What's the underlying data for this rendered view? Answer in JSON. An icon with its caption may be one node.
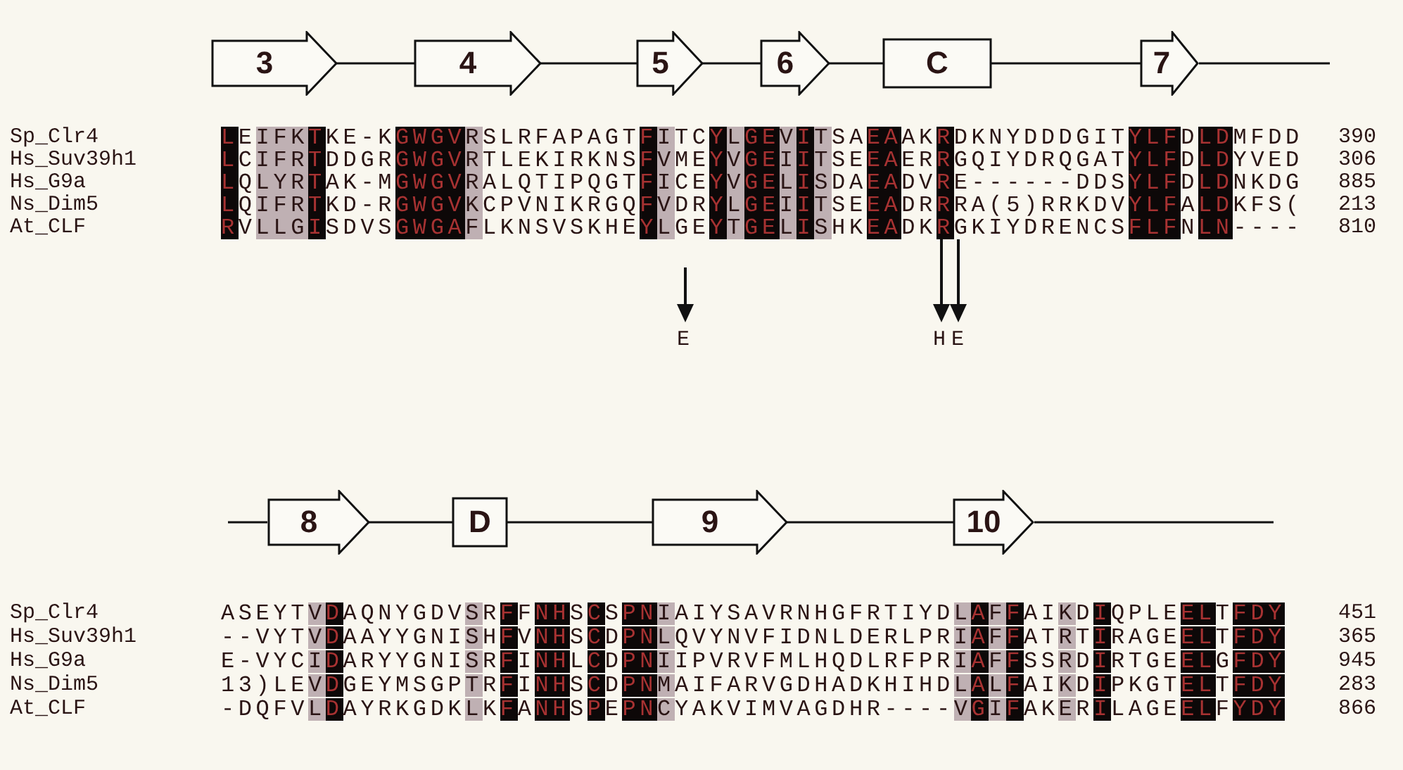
{
  "diagram": {
    "nodes": [
      {
        "text": [
          "3"
        ]
      },
      {
        "text": [
          "4"
        ]
      },
      {
        "text": [
          "5"
        ]
      },
      {
        "text": [
          "6"
        ]
      },
      {
        "text": [
          "C"
        ]
      },
      {
        "text": [
          "7"
        ]
      },
      {
        "text": [
          "8"
        ]
      },
      {
        "text": [
          "D"
        ]
      },
      {
        "text": [
          "9"
        ]
      },
      {
        "text": [
          "10"
        ]
      }
    ],
    "edges": [
      {
        "from": 0,
        "to": 1,
        "arrow": "none"
      },
      {
        "from": 1,
        "to": 2,
        "arrow": "none"
      },
      {
        "from": 2,
        "to": 3,
        "arrow": "none"
      },
      {
        "from": 3,
        "to": 4,
        "arrow": "none"
      },
      {
        "from": 4,
        "to": 5,
        "arrow": "none"
      },
      {
        "from": 6,
        "to": 7,
        "arrow": "none"
      },
      {
        "from": 7,
        "to": 8,
        "arrow": "none"
      },
      {
        "from": 8,
        "to": 9,
        "arrow": "none"
      }
    ],
    "labels": [
      "Sp_Clr4",
      "LEIFKTKE-KGWGVRSLRFAPAGTFITCYLGEVITSAEAAKRDKNYDDDGITYLFDLDMFDD",
      "390",
      "Hs_Suv39h1",
      "LCIFRTDDGRGWGVRTLEKIRKNSFVMEYVGEIITSEEAERRGQIYDRQGATYLFDLDYVED",
      "306",
      "Hs_G9a",
      "LQLYRTAK-MGWGVRALQTIPQGTFICEYVGELISDAEADVRE------DDSYLFDLDNKDG",
      "885",
      "Ns_Dim5",
      "LQIFRTKD-RGWGVKCPVNIKRGQFVDRYLGEIITSEEADRRRA(5)RRKDVYLFALDKFS(",
      "213",
      "At_CLF",
      "RVLLGISDVSGWGAFLKNSVSKHEYLGEYTGELISHKEADKRGKIYDRENCSFLFNLN----",
      "810",
      "E",
      "H",
      "E",
      "Sp_Clr4",
      "ASEYTVDAQNYGDVSRFFNHSCSPNIAIYSAVRNHGFRTIYDLAFFAIKDIQPLEELTFDY",
      "451",
      "Hs_Suv39h1",
      "--VYTVDAAYYGNISHFVNHSCDPNLQVYNVFIDNLDERLPRIAFFATRTIRAGEELTFDY",
      "365",
      "Hs_G9a",
      "E-VYCIDARYYGNISRFINHLCDPNIIPVRVFMLHQDLRFPRIAFFSSRDIRTGEELGFDY",
      "945",
      "Ns_Dim5",
      "13)LEVDGEYMSGPTRFINHSCDPNMAIFARVGDHADKHIHDLALFAIKDIPKGTELTFDY",
      "283",
      "At_CLF",
      "-DQFVLDAYRKGDKLKFANHSPEPNCYAKVIMVAGDHR----VGIFAKERILAGEELFYDY",
      "866"
    ]
  }
}
